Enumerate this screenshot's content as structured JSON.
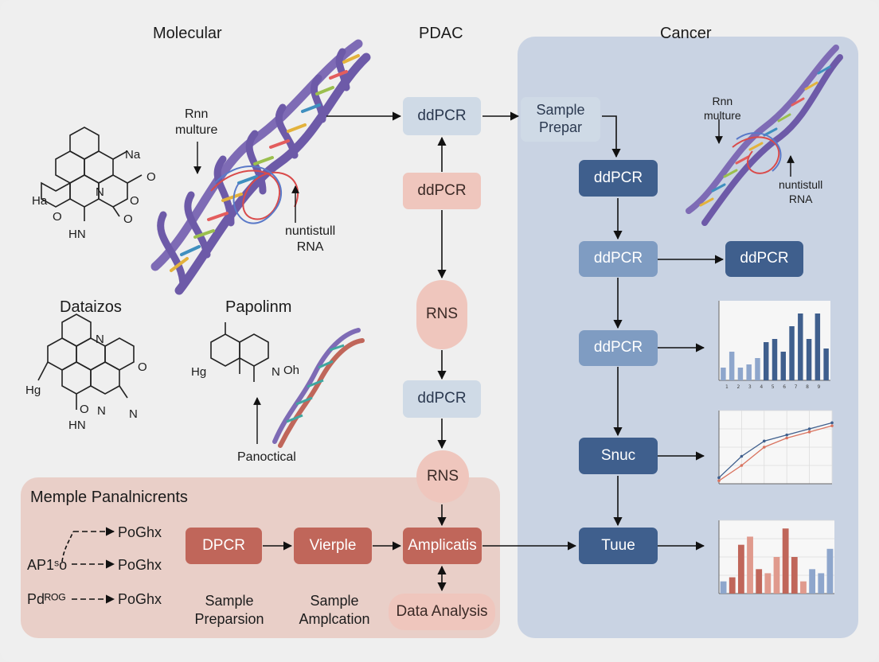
{
  "headings": {
    "molecular": "Molecular",
    "pdac": "PDAC",
    "cancer": "Cancer",
    "dataizos": "Dataizos",
    "papolinm": "Papolinm",
    "bottom_panel": "Memple Panalnicrents"
  },
  "annotations": {
    "rnn_left": "Rnn\nmulture",
    "nuntistull_left": "nuntistull\nRNA",
    "panoctical": "Panoctical",
    "rnn_right": "Rnn\nmulture",
    "nuntistull_right": "nuntistull\nRNA"
  },
  "molecule_labels": {
    "m1": [
      "Na",
      "O",
      "Ha",
      "O",
      "O",
      "HN",
      "N",
      "O"
    ],
    "m2": [
      "N",
      "O",
      "Hg",
      "O",
      "N",
      "HN",
      "N"
    ],
    "m3": [
      "Hg",
      "N",
      "Oh"
    ]
  },
  "center_column": {
    "box1": "ddPCR",
    "box2": "ddPCR",
    "pill1": "RNS",
    "box3": "ddPCR",
    "pill2": "RNS"
  },
  "right_column": {
    "sample_prepar": "Sample\nPrepar",
    "ddpcr1": "ddPCR",
    "ddpcr2": "ddPCR",
    "ddpcr_side": "ddPCR",
    "ddpcr3": "ddPCR",
    "snuc": "Snuc",
    "tuue": "Tuue"
  },
  "bottom_flow": {
    "inputs": [
      {
        "source": "AP1ˢo",
        "target": "PoGhx"
      },
      {
        "source": "Pdᴿᴼᴳ",
        "target": "PoGhx"
      }
    ],
    "top_target": "PoGhx",
    "dpcr": "DPCR",
    "vierple": "Vierple",
    "amplicatis": "Amplicatis",
    "data_analysis": "Data Analysis",
    "caption_1": "Sample\nPreparsion",
    "caption_2": "Sample\nAmplcation"
  },
  "colors": {
    "navy": "#3f5f8d",
    "light_blue": "#7f9cc2",
    "pale_blue": "#cfdae6",
    "pink": "#efc6bd",
    "red": "#c0665a",
    "panel_blue": "#c9d3e3",
    "panel_pink": "#e9cfc8"
  },
  "chart_data": [
    {
      "type": "bar",
      "categories": [
        "1",
        "2",
        "3",
        "4",
        "5",
        "6",
        "7",
        "8",
        "9"
      ],
      "values": [
        4,
        9,
        4,
        5,
        7,
        12,
        13,
        9,
        17,
        21,
        13,
        21,
        10
      ],
      "ylim": [
        0,
        25
      ],
      "ytick_labels": [
        "",
        "",
        "",
        "",
        ""
      ],
      "xtick_labels": [
        "1",
        "2",
        "3",
        "4",
        "5",
        "6",
        "7",
        "8",
        "9"
      ]
    },
    {
      "type": "line",
      "x": [
        0,
        1,
        2,
        3,
        4,
        5
      ],
      "series": [
        {
          "values": [
            2,
            9,
            14,
            16,
            18,
            20
          ]
        },
        {
          "values": [
            1,
            6,
            12,
            15,
            17,
            19
          ]
        }
      ],
      "ylim": [
        0,
        24
      ],
      "xtick_labels": [
        "",
        "",
        "",
        "",
        ""
      ],
      "grid": true
    },
    {
      "type": "bar",
      "values": [
        3,
        4,
        12,
        14,
        6,
        5,
        9,
        16,
        9,
        3,
        6,
        5,
        11
      ],
      "ylim": [
        0,
        18
      ],
      "grid": true
    }
  ]
}
